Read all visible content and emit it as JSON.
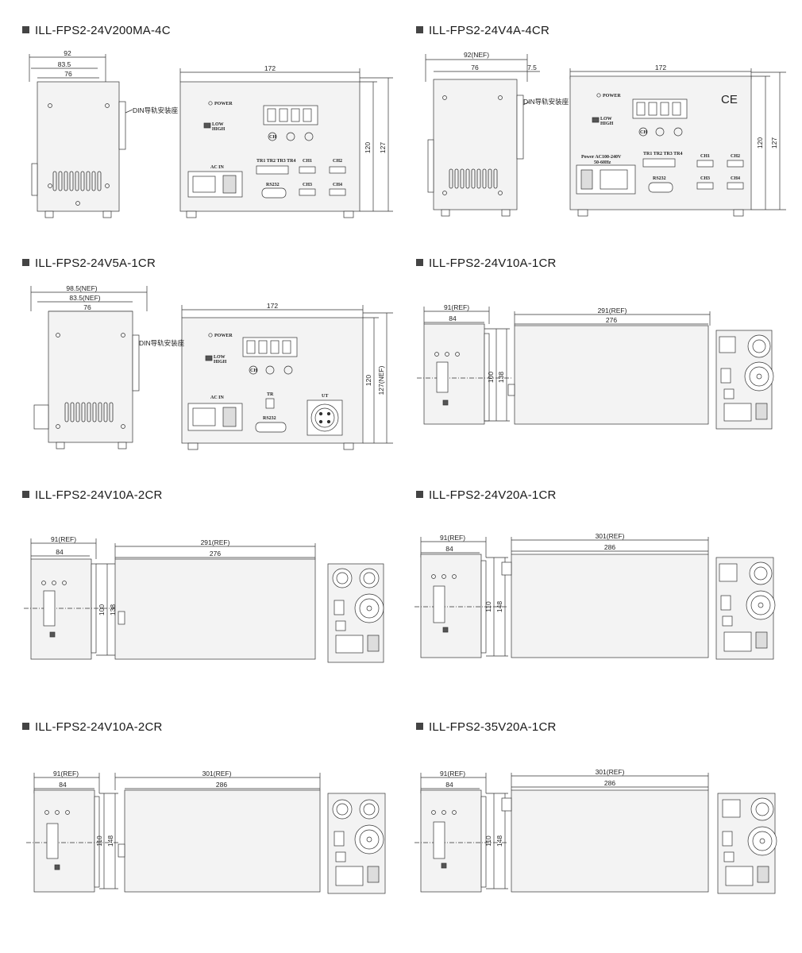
{
  "panels": [
    {
      "title": "ILL-FPS2-24V200MA-4C",
      "dims": {
        "side_total": "92",
        "side_mid": "83.5",
        "side_inner": "76",
        "front_width": "172",
        "h_inner": "120",
        "h_total": "127"
      },
      "labels": {
        "din": "DIN导轨安装座",
        "power": "POWER",
        "low": "LOW",
        "high": "HIGH",
        "ac_in": "AC IN",
        "tr": "TR1 TR2 TR3 TR4",
        "ch1": "CH1",
        "ch2": "CH2",
        "ch3": "CH3",
        "ch4": "CH4",
        "rs232": "RS232",
        "ch_btn": "CH"
      }
    },
    {
      "title": "ILL-FPS2-24V4A-4CR",
      "dims": {
        "side_total": "92(NEF)",
        "side_inner": "76",
        "side_offset": "7.5",
        "front_width": "172",
        "h_inner": "120",
        "h_total": "127"
      },
      "labels": {
        "din": "DIN导轨安装座",
        "power": "POWER",
        "low": "LOW",
        "high": "HIGH",
        "power_spec1": "Power AC100-240V",
        "power_spec2": "50-60Hz",
        "tr": "TR1 TR2 TR3 TR4",
        "ch1": "CH1",
        "ch2": "CH2",
        "ch3": "CH3",
        "ch4": "CH4",
        "rs232": "RS232",
        "ch_btn": "CH",
        "ce": "CE"
      }
    },
    {
      "title": "ILL-FPS2-24V5A-1CR",
      "dims": {
        "side_total": "98.5(NEF)",
        "side_mid": "83.5(NEF)",
        "side_inner": "76",
        "front_width": "172",
        "h_inner": "120",
        "h_total": "127(NEF)"
      },
      "labels": {
        "din": "DIN导轨安装座",
        "power": "POWER",
        "low": "LOW",
        "high": "HIGH",
        "ac_in": "AC IN",
        "tr": "TR",
        "rs232": "RS232",
        "ut": "UT",
        "ch_btn": "CH"
      }
    },
    {
      "title": "ILL-FPS2-24V10A-1CR",
      "dims": {
        "side_total": "91(REF)",
        "side_inner": "84",
        "top_total": "291(REF)",
        "top_inner": "276",
        "h_inner": "100",
        "h_total": "138"
      }
    },
    {
      "title": "ILL-FPS2-24V10A-2CR",
      "dims": {
        "side_total": "91(REF)",
        "side_inner": "84",
        "top_total": "291(REF)",
        "top_inner": "276",
        "h_inner": "100",
        "h_total": "138"
      }
    },
    {
      "title": "ILL-FPS2-24V20A-1CR",
      "dims": {
        "side_total": "91(REF)",
        "side_inner": "84",
        "top_total": "301(REF)",
        "top_inner": "286",
        "h_inner": "110",
        "h_total": "148"
      }
    },
    {
      "title": "ILL-FPS2-24V10A-2CR",
      "dims": {
        "side_total": "91(REF)",
        "side_inner": "84",
        "top_total": "301(REF)",
        "top_inner": "286",
        "h_inner": "110",
        "h_total": "148"
      }
    },
    {
      "title": "ILL-FPS2-35V20A-1CR",
      "dims": {
        "side_total": "91(REF)",
        "side_inner": "84",
        "top_total": "301(REF)",
        "top_inner": "286",
        "h_inner": "110",
        "h_total": "148"
      }
    }
  ]
}
